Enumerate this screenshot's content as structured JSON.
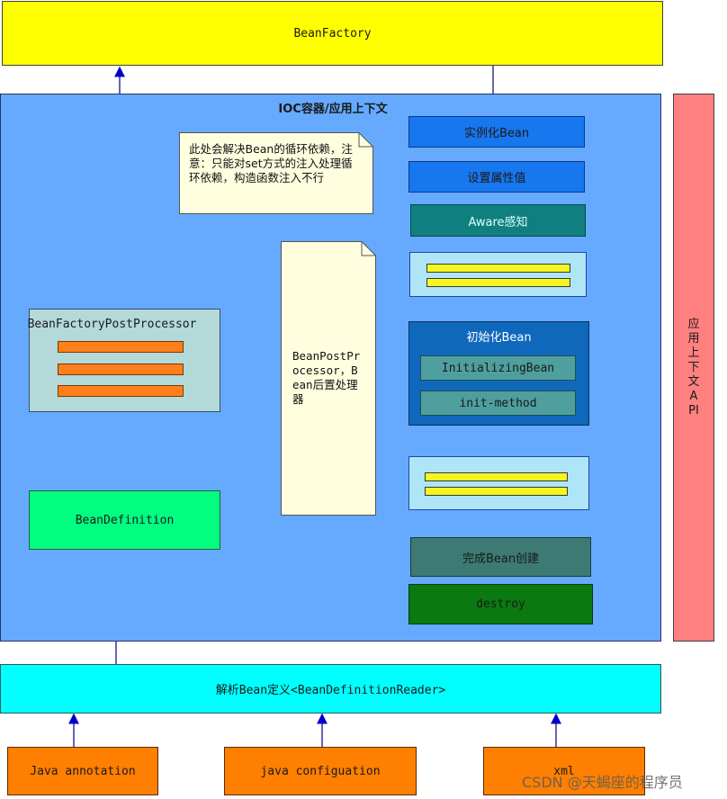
{
  "bean_factory": "BeanFactory",
  "ioc_container": "IOC容器/应用上下文",
  "app_context_api": "应用上下文API",
  "steps": {
    "instantiate": "实例化Bean",
    "set_properties": "设置属性值",
    "aware": "Aware感知",
    "init_bean": "初始化Bean",
    "initializing_bean": "InitializingBean",
    "init_method": "init-method",
    "complete": "完成Bean创建",
    "destroy": "destroy"
  },
  "notes": {
    "circular_dependency": "此处会解决Bean的循环依赖，注意：只能对set方式的注入处理循环依赖，构造函数注入不行",
    "bean_post_processor": "BeanPostProcessor，Bean后置处理器"
  },
  "bean_factory_post_processor": "BeanFactoryPostProcessor",
  "bean_definition": "BeanDefinition",
  "reader": "解析Bean定义<BeanDefinitionReader>",
  "sources": [
    "Java annotation",
    "java configuation",
    "xml"
  ],
  "watermark": "CSDN @天蝎座的程序员",
  "colors": {
    "bean_factory": "#ffff00",
    "container": "#66aaff",
    "api": "#ff8080",
    "reader": "#00ffff",
    "source": "#ff7f00",
    "bean_definition": "#00ff80"
  }
}
